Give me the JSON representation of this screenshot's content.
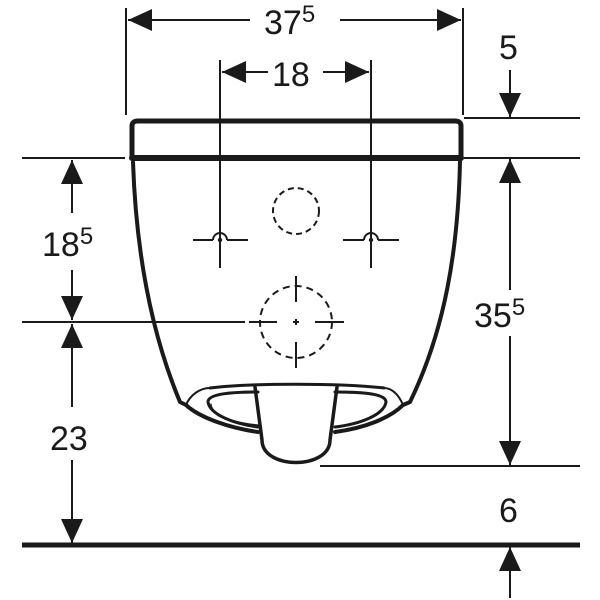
{
  "diagram": {
    "subject": "wall-hung toilet front view dimension drawing",
    "colors": {
      "line": "#1a1a1a",
      "background": "#ffffff"
    },
    "dimensions": {
      "overall_width": {
        "main": "37",
        "sup": "5"
      },
      "fixing_spacing": {
        "main": "18",
        "sup": ""
      },
      "lid_thickness": {
        "main": "5",
        "sup": ""
      },
      "seat_to_outlet_center": {
        "main": "18",
        "sup": "5"
      },
      "outlet_to_floor": {
        "main": "23",
        "sup": ""
      },
      "seat_to_bowl_bottom": {
        "main": "35",
        "sup": "5"
      },
      "bowl_bottom_to_floor": {
        "main": "6",
        "sup": ""
      }
    }
  }
}
